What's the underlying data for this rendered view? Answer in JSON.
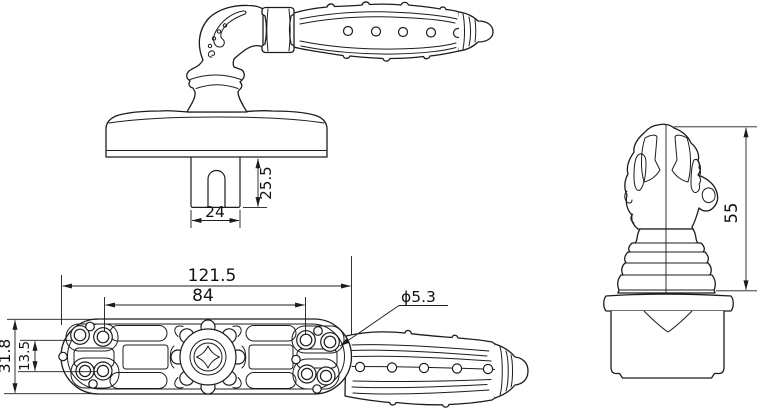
{
  "drawing": {
    "background_color": "#ffffff",
    "line_color": "#1c1c1c",
    "dimensions": {
      "spindle_depth": "25.5",
      "spindle_width": "24",
      "plate_length": "121.5",
      "screw_spacing": "84",
      "plate_width": "31.8",
      "hole_row_offset": "13.5",
      "hole_diameter": "ϕ5.3",
      "handle_height": "55"
    }
  }
}
